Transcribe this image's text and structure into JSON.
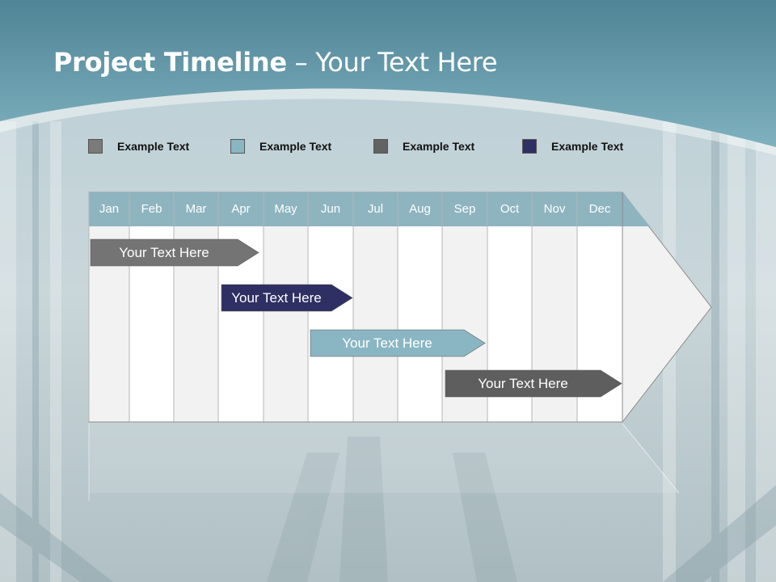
{
  "title": {
    "bold": "Project Timeline",
    "rest": " – Your Text Here"
  },
  "legend": [
    {
      "label": "Example Text",
      "color": "#7a7a7a"
    },
    {
      "label": "Example Text",
      "color": "#8ab6c3"
    },
    {
      "label": "Example Text",
      "color": "#626262"
    },
    {
      "label": "Example Text",
      "color": "#2e2f62"
    }
  ],
  "months": [
    "Jan",
    "Feb",
    "Mar",
    "Apr",
    "May",
    "Jun",
    "Jul",
    "Aug",
    "Sep",
    "Oct",
    "Nov",
    "Dec"
  ],
  "tasks": [
    {
      "label": "Your  Text Here",
      "start_month": "Jan",
      "end_month": "Apr",
      "color": "#747474"
    },
    {
      "label": "Your  Text Here",
      "start_month": "Apr",
      "end_month": "Jun",
      "color": "#2e2f62"
    },
    {
      "label": "Your  Text Here",
      "start_month": "Jun",
      "end_month": "Sep",
      "color": "#8ab6c3"
    },
    {
      "label": "Your  Text Here",
      "start_month": "Sep",
      "end_month": "Dec",
      "color": "#5e5e5e"
    }
  ],
  "colors": {
    "header": "#8eb4c0",
    "band_top": "#6fa3b3",
    "grid_line": "#b5b5b5"
  }
}
